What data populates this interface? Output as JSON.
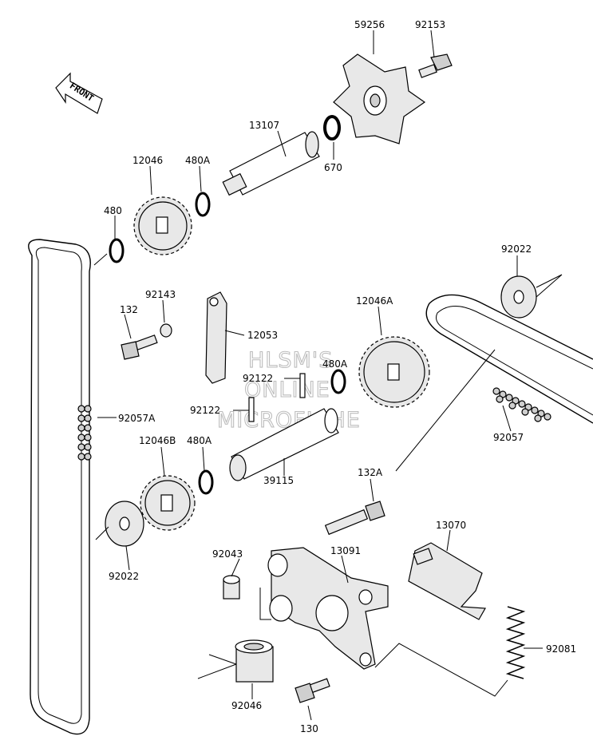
{
  "diagram": {
    "front_label": "FRONT",
    "watermark": [
      "HLSM'S",
      "ONLINE",
      "MICROFICHE"
    ],
    "part_numbers": {
      "p59256": "59256",
      "p92153": "92153",
      "p13107": "13107",
      "p670": "670",
      "p12046": "12046",
      "p480A_top": "480A",
      "p480": "480",
      "p92022_top": "92022",
      "p92143": "92143",
      "p132": "132",
      "p12053": "12053",
      "p12046A": "12046A",
      "p92122_a": "92122",
      "p480A_mid": "480A",
      "p92122_b": "92122",
      "p92057A": "92057A",
      "p92057": "92057",
      "p12046B": "12046B",
      "p480A_low": "480A",
      "p39115": "39115",
      "p132A": "132A",
      "p13070": "13070",
      "p92043": "92043",
      "p13091": "13091",
      "p92022_bot": "92022",
      "p92081": "92081",
      "p92046": "92046",
      "p130": "130"
    }
  }
}
